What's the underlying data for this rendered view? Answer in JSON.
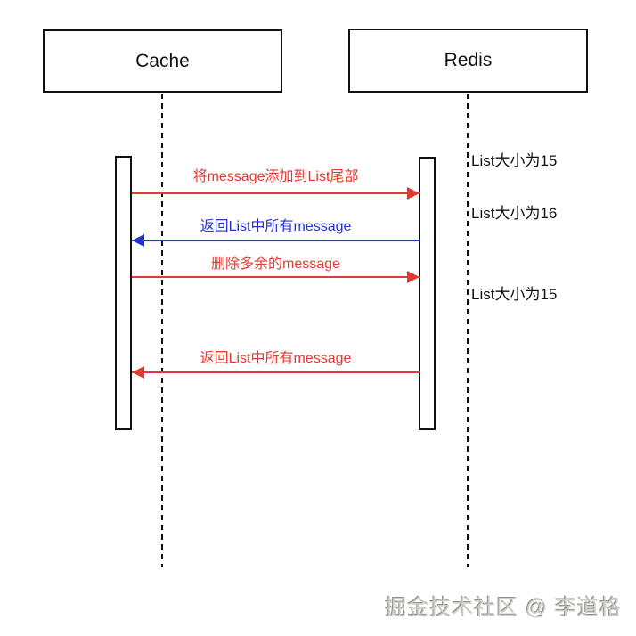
{
  "diagram": {
    "actors": [
      {
        "id": "cache",
        "label": "Cache"
      },
      {
        "id": "redis",
        "label": "Redis"
      }
    ],
    "messages": [
      {
        "label": "将message添加到List尾部",
        "color": "#e23a2e",
        "direction": "right",
        "from": "Cache",
        "to": "Redis"
      },
      {
        "label": "返回List中所有message",
        "color": "#2433d0",
        "direction": "left",
        "from": "Redis",
        "to": "Cache"
      },
      {
        "label": "删除多余的message",
        "color": "#e23a2e",
        "direction": "right",
        "from": "Cache",
        "to": "Redis"
      },
      {
        "label": "返回List中所有message",
        "color": "#e23a2e",
        "direction": "left",
        "from": "Redis",
        "to": "Cache"
      }
    ],
    "annotations": [
      {
        "label": "List大小为15"
      },
      {
        "label": "List大小为16"
      },
      {
        "label": "List大小为15"
      }
    ],
    "watermark": {
      "text": "掘金技术社区 @ 李道格"
    },
    "colors": {
      "red": "#e23a2e",
      "blue": "#2433d0",
      "line_black": "#111111",
      "watermark_gray": "#cfccc9",
      "background": "#ffffff"
    }
  }
}
